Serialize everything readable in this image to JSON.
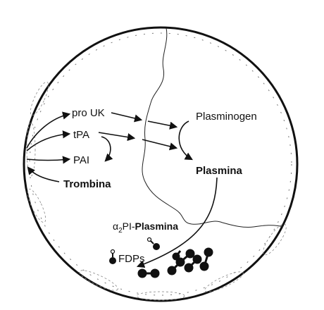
{
  "diagram": {
    "labels": {
      "pro_uk": "pro UK",
      "tpa": "tPA",
      "pai": "PAI",
      "trombina": "Trombina",
      "plasminogen": "Plasminogen",
      "plasmina": "Plasmina",
      "alpha2pi_prefix": "α",
      "alpha2pi_sub": "2",
      "alpha2pi_pi": "PI-",
      "alpha2pi_plasmina": "Plasmina",
      "fdps": "FDPs"
    },
    "colors": {
      "ink": "#111111",
      "background": "#ffffff"
    }
  }
}
